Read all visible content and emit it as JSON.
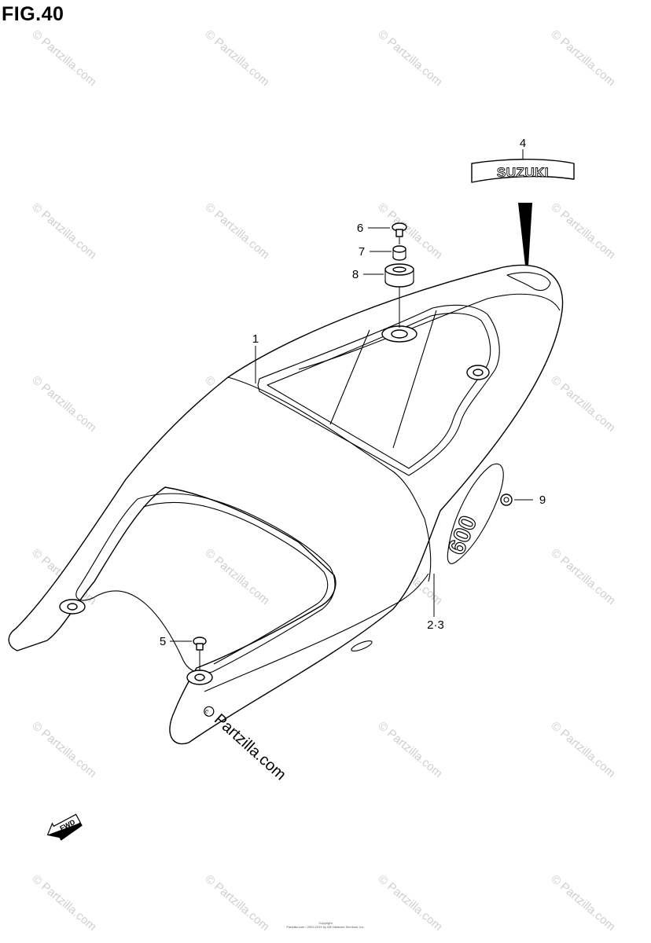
{
  "figure": {
    "title": "FIG.40"
  },
  "callouts": [
    {
      "id": "1",
      "label": "1"
    },
    {
      "id": "2-3",
      "label": "2·3"
    },
    {
      "id": "4",
      "label": "4"
    },
    {
      "id": "5",
      "label": "5"
    },
    {
      "id": "6",
      "label": "6"
    },
    {
      "id": "7",
      "label": "7"
    },
    {
      "id": "8",
      "label": "8"
    },
    {
      "id": "9",
      "label": "9"
    }
  ],
  "decals": {
    "brand": "SUZUKI",
    "model": "600"
  },
  "fwd_arrow": {
    "label": "FWD"
  },
  "watermark": {
    "text": "© Partzilla.com",
    "main_text": "Partzilla.com"
  },
  "copyright": {
    "line1": "Copyright",
    "line2": "Partzilla.com / 2003-2019 by ARI Network Services, Inc."
  },
  "colors": {
    "line": "#000000",
    "background": "#ffffff",
    "watermark": "#cfcfcf"
  }
}
